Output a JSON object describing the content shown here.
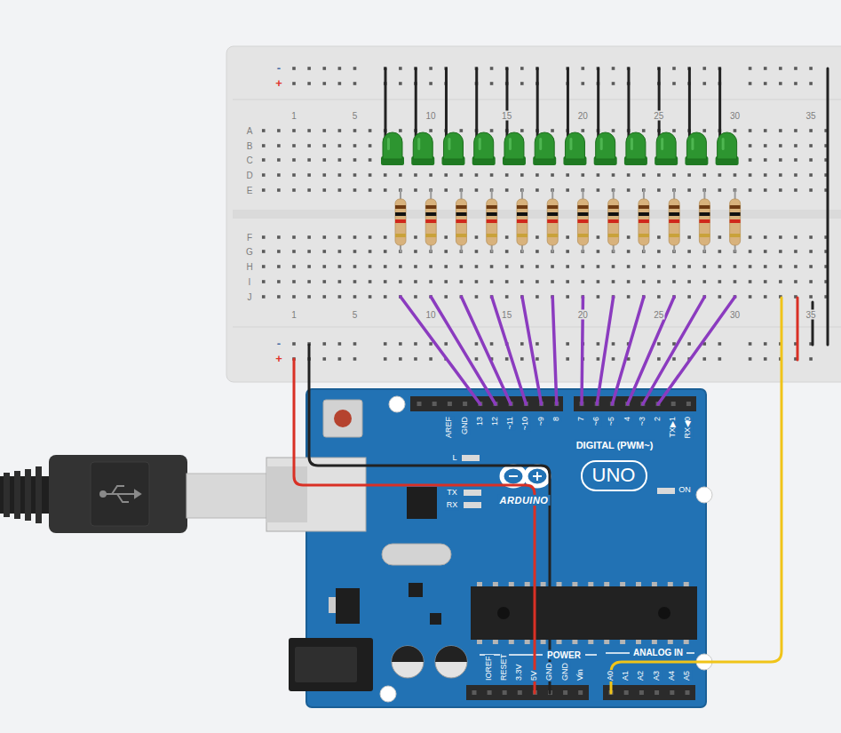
{
  "diagram": {
    "nodes": [
      {
        "text": [
          "UNO"
        ]
      }
    ],
    "labels": [
      "1",
      "5",
      "10",
      "15",
      "20",
      "25",
      "30",
      "35",
      "1",
      "5",
      "10",
      "15",
      "20",
      "25",
      "30",
      "35",
      "A",
      "B",
      "C",
      "D",
      "E",
      "F",
      "G",
      "H",
      "I",
      "J",
      "-",
      "+",
      "-",
      "+",
      "AREF",
      "GND",
      "13",
      "12",
      "~11",
      "~10",
      "~9",
      "8",
      "7",
      "~6",
      "~5",
      "4",
      "~3",
      "2",
      "TX▶1",
      "RX◀0",
      "DIGITAL (PWM~)",
      "L",
      "TX",
      "RX",
      "ARDUINO",
      "ON",
      "IOREF",
      "RESET",
      "3.3V",
      "5V",
      "GND",
      "GND",
      "Vin",
      "POWER",
      "ANALOG IN",
      "A0",
      "A1",
      "A2",
      "A3",
      "A4",
      "A5"
    ]
  }
}
